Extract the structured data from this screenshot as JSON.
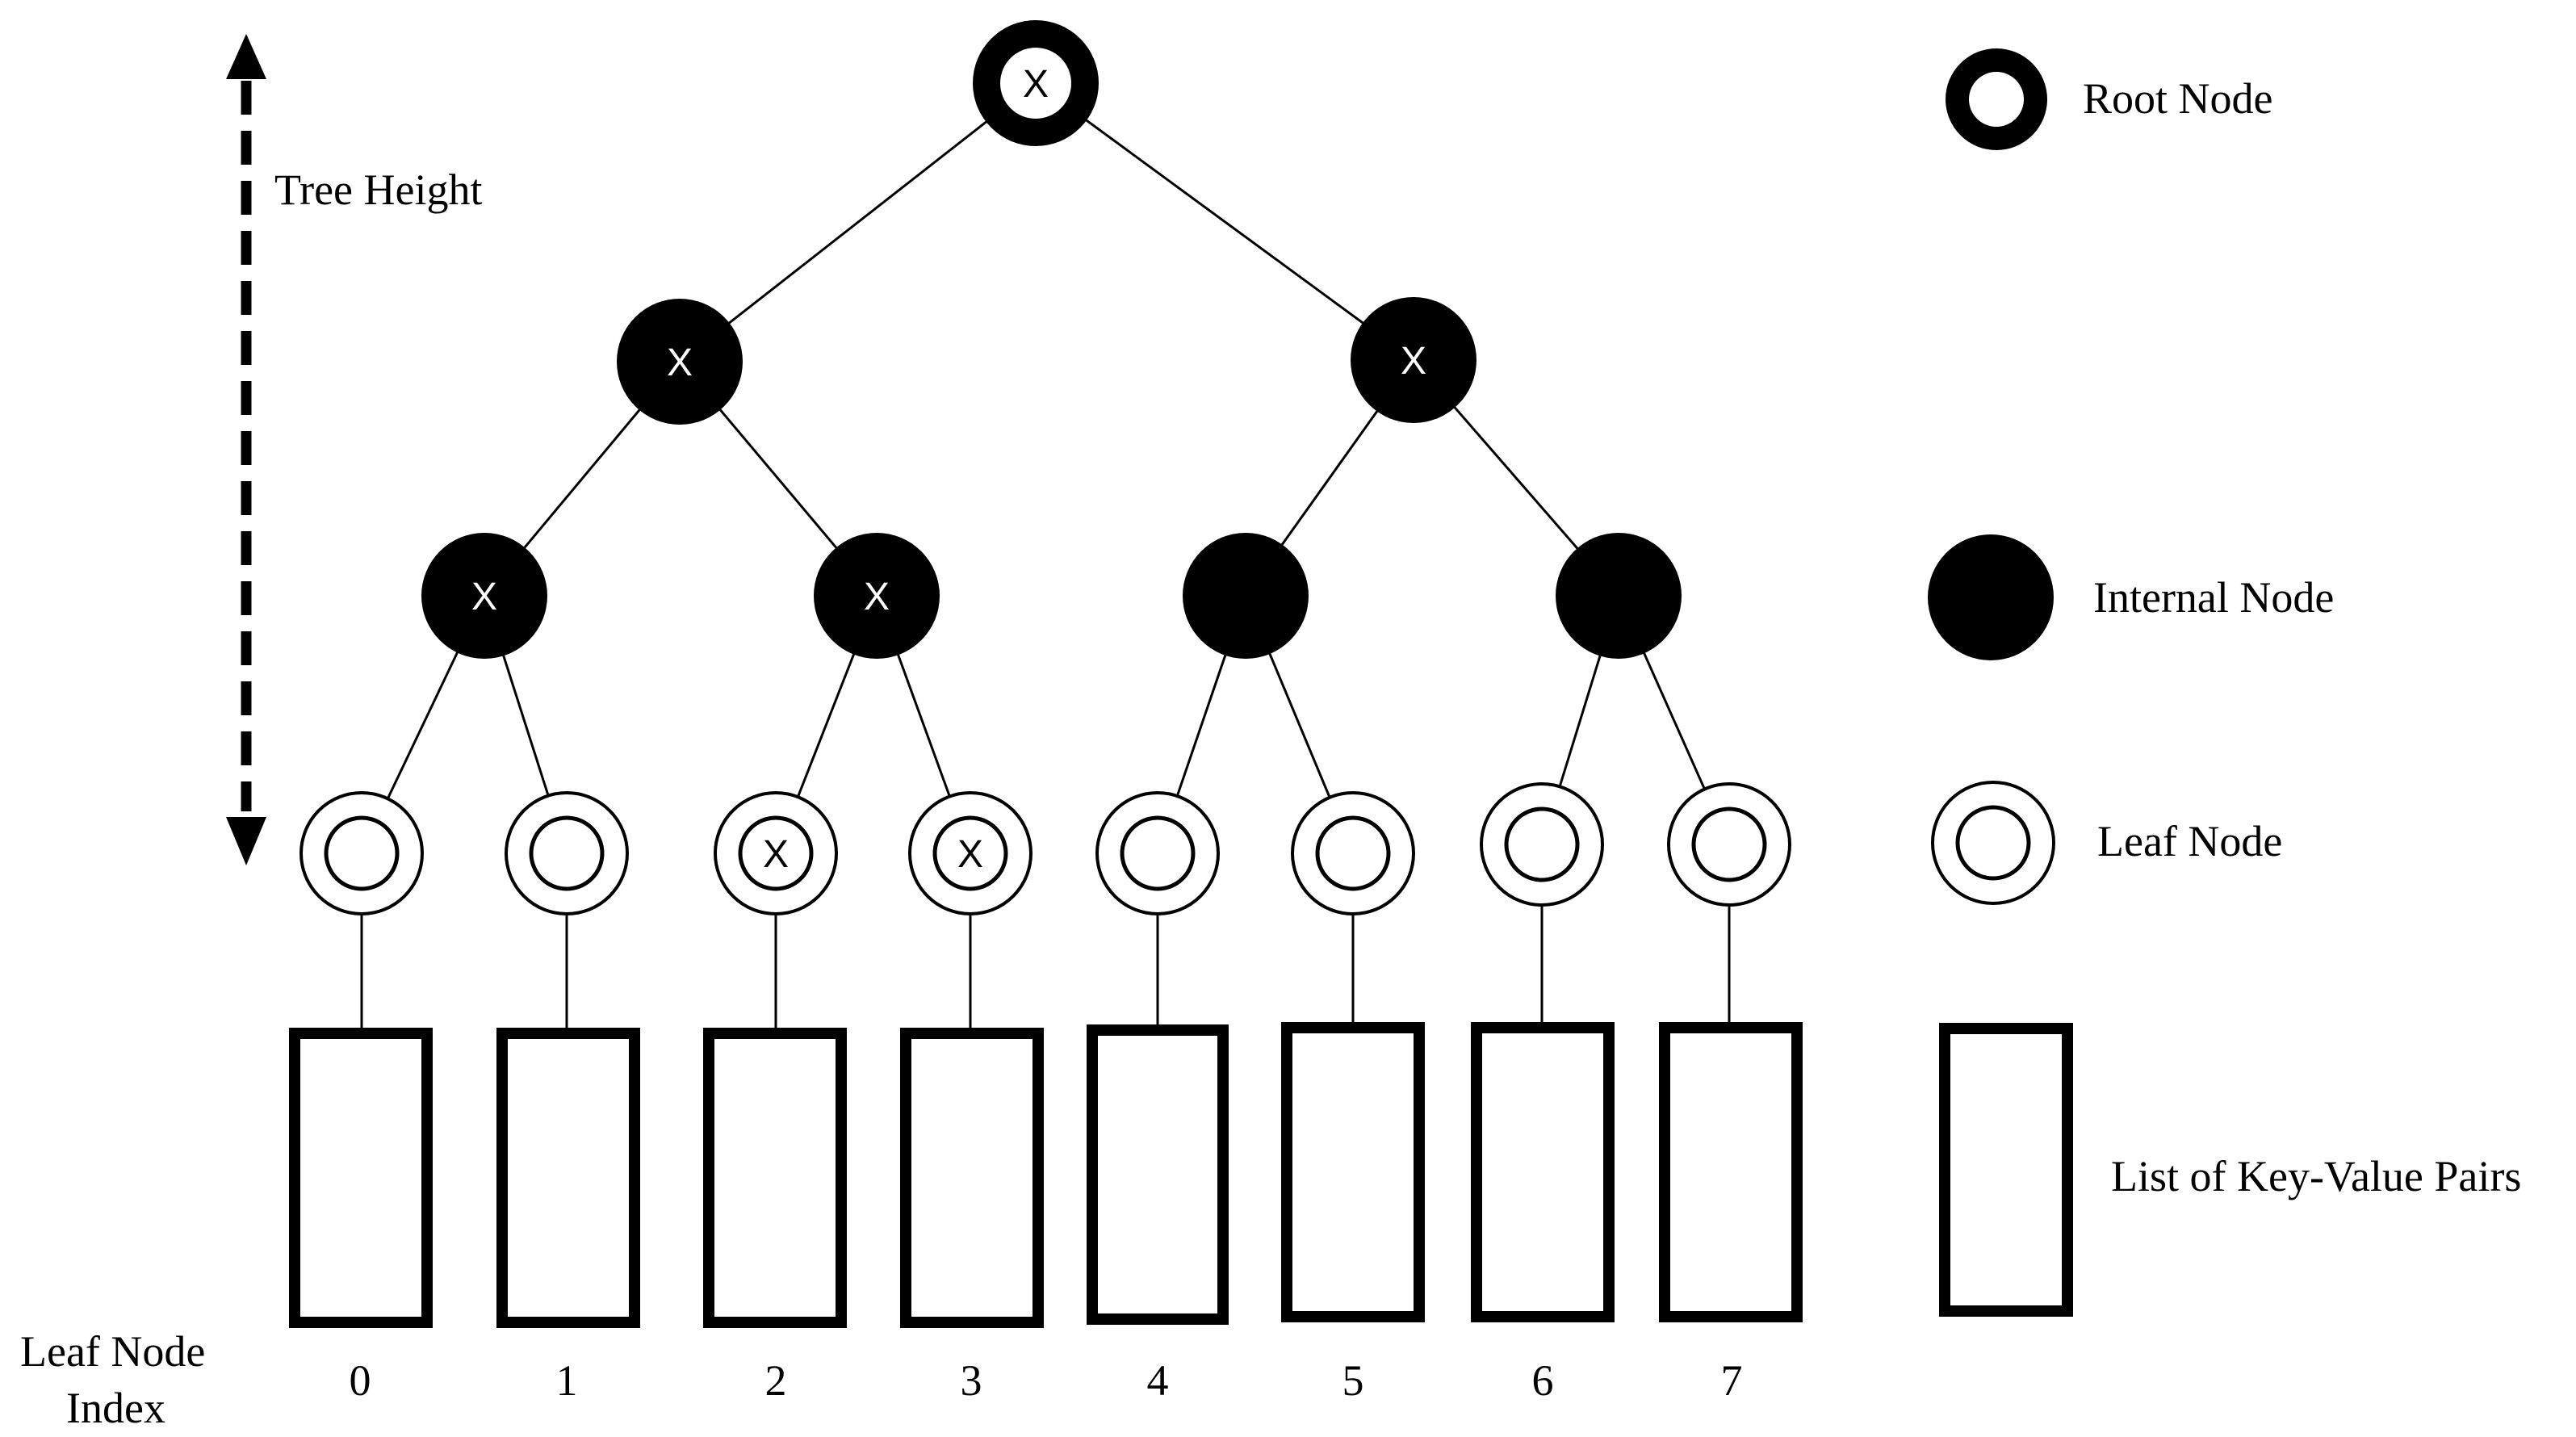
{
  "tree_height_label": "Tree Height",
  "leaf_index_title_line1": "Leaf Node",
  "leaf_index_title_line2": "Index",
  "legend": {
    "root_node": "Root Node",
    "internal_node": "Internal Node",
    "leaf_node": "Leaf Node",
    "key_value_list": "List of Key-Value Pairs"
  },
  "mark_symbol": "X",
  "root": {
    "marked": true
  },
  "level1": [
    {
      "marked": true
    },
    {
      "marked": true
    }
  ],
  "level2": [
    {
      "marked": true
    },
    {
      "marked": true
    },
    {
      "marked": false
    },
    {
      "marked": false
    }
  ],
  "leaves": [
    {
      "index": "0",
      "marked": false
    },
    {
      "index": "1",
      "marked": false
    },
    {
      "index": "2",
      "marked": true
    },
    {
      "index": "3",
      "marked": true
    },
    {
      "index": "4",
      "marked": false
    },
    {
      "index": "5",
      "marked": false
    },
    {
      "index": "6",
      "marked": false
    },
    {
      "index": "7",
      "marked": false
    }
  ],
  "colors": {
    "node_fill": "#000000",
    "line": "#000000",
    "background": "#ffffff"
  }
}
